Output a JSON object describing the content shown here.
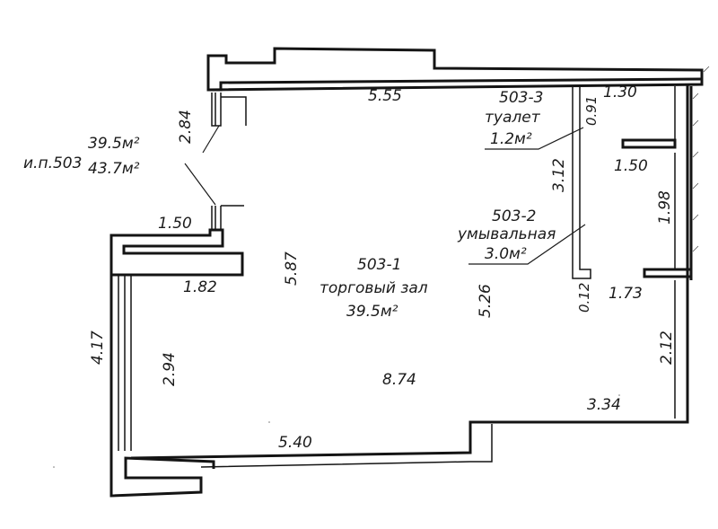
{
  "unit_info": {
    "id": "и.п.503",
    "area_main": "39.5м²",
    "area_total": "43.7м²"
  },
  "rooms": [
    {
      "id": "503-1",
      "name": "торговый зал",
      "area": "39.5м²"
    },
    {
      "id": "503-2",
      "name": "умывальная",
      "area": "3.0м²"
    },
    {
      "id": "503-3",
      "name": "туалет",
      "area": "1.2м²"
    }
  ],
  "dimensions": {
    "top_wall": "5.55",
    "right_top": "1.30",
    "toilet_width": "0.91",
    "toilet_height": "3.12",
    "window_upper": "2.84",
    "upper_stub": "1.50",
    "right_mid": "1.50",
    "washroom_height": "1.98",
    "left_stub": "1.50",
    "pillar": "1.82",
    "hall_height": "5.87",
    "hall_inner": "5.26",
    "wall_thickness": "0.12",
    "right_lower_stub": "1.73",
    "left_wall": "4.17",
    "left_inner": "2.94",
    "hall_width": "8.74",
    "right_lower": "2.12",
    "bottom_right": "3.34",
    "bottom_wall": "5.40"
  }
}
